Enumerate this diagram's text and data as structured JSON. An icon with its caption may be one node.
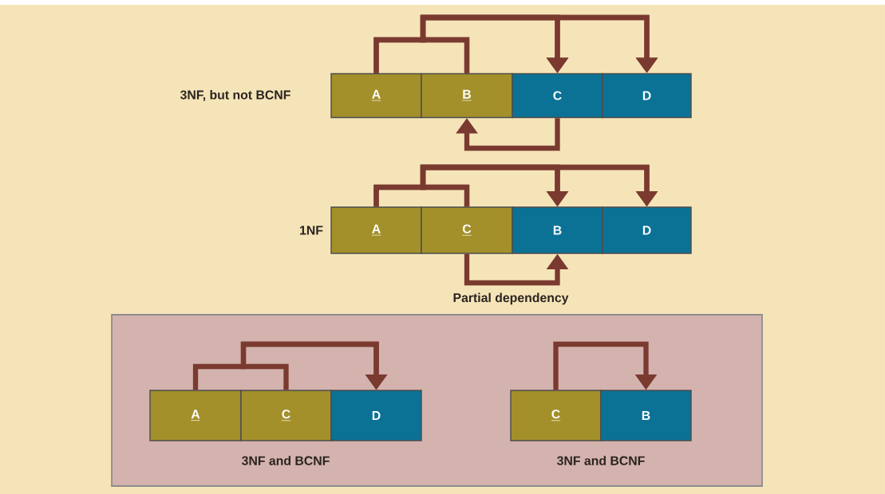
{
  "diagram": {
    "nodes": [
      {
        "text": [
          "A"
        ]
      },
      {
        "text": [
          "B"
        ]
      },
      {
        "text": [
          "C"
        ]
      },
      {
        "text": [
          "D"
        ]
      },
      {
        "text": [
          "A"
        ]
      },
      {
        "text": [
          "C"
        ]
      },
      {
        "text": [
          "B"
        ]
      },
      {
        "text": [
          "D"
        ]
      },
      {
        "text": [],
        "shape": "box"
      },
      {
        "text": [
          "A"
        ],
        "in": 8
      },
      {
        "text": [
          "C"
        ],
        "in": 8
      },
      {
        "text": [
          "D"
        ],
        "in": 8
      },
      {
        "text": [
          "C"
        ],
        "in": 8
      },
      {
        "text": [
          "B"
        ],
        "in": 8
      }
    ],
    "edges": [
      {
        "from": 0,
        "to": 2,
        "arrow": "to"
      },
      {
        "from": 0,
        "to": 3,
        "arrow": "to"
      },
      {
        "from": 1,
        "to": 2,
        "arrow": "to"
      },
      {
        "from": 1,
        "to": 3,
        "arrow": "to"
      },
      {
        "from": 2,
        "to": 1,
        "arrow": "to"
      },
      {
        "from": 4,
        "to": 6,
        "arrow": "to"
      },
      {
        "from": 4,
        "to": 7,
        "arrow": "to"
      },
      {
        "from": 5,
        "to": 6,
        "arrow": "to"
      },
      {
        "from": 5,
        "to": 7,
        "arrow": "to"
      },
      {
        "from": 5,
        "to": 6,
        "arrow": "to",
        "label": "Partial dependency"
      },
      {
        "from": 9,
        "to": 11,
        "arrow": "to"
      },
      {
        "from": 10,
        "to": 11,
        "arrow": "to"
      },
      {
        "from": 12,
        "to": 13,
        "arrow": "to"
      }
    ],
    "labels": [
      "3NF, but not BCNF",
      "1NF",
      "3NF and BCNF",
      "3NF and BCNF"
    ]
  }
}
